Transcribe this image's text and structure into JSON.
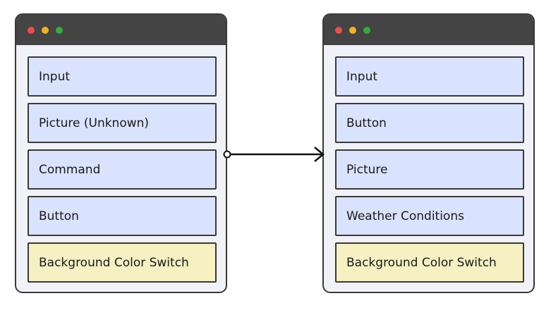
{
  "left_panel": {
    "items": [
      {
        "label": "Input",
        "kind": "normal"
      },
      {
        "label": "Picture (Unknown)",
        "kind": "normal"
      },
      {
        "label": "Command",
        "kind": "normal"
      },
      {
        "label": "Button",
        "kind": "normal"
      },
      {
        "label": "Background Color Switch",
        "kind": "highlight"
      }
    ]
  },
  "right_panel": {
    "items": [
      {
        "label": "Input",
        "kind": "normal"
      },
      {
        "label": "Button",
        "kind": "normal"
      },
      {
        "label": "Picture",
        "kind": "normal"
      },
      {
        "label": "Weather Conditions",
        "kind": "normal"
      },
      {
        "label": "Background Color Switch",
        "kind": "highlight"
      }
    ]
  },
  "colors": {
    "item_fill": "#dae3fd",
    "highlight_fill": "#f6f0c2",
    "titlebar": "#444444",
    "window_body": "#f1f2f7",
    "dot_red": "#ee4c4c",
    "dot_yellow": "#f3b11e",
    "dot_green": "#2fae38"
  },
  "connector": {
    "from": "left_panel",
    "to": "right_panel",
    "start_marker": "open-circle",
    "end_marker": "arrowhead"
  }
}
